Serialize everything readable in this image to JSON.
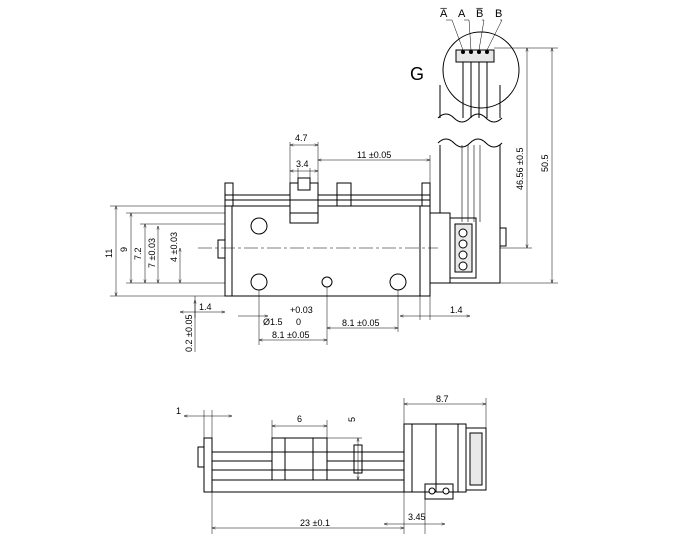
{
  "pins": [
    "A̅",
    "A",
    "B̅",
    "B"
  ],
  "detail_label": "G",
  "dims": {
    "d_4_7": "4.7",
    "d_3_4": "3.4",
    "d_11_005": "11 ±0.05",
    "d_11": "11",
    "d_9": "9",
    "d_7_2": "7.2",
    "d_7_003": "7 ±0.03",
    "d_4_003": "4 ±0.03",
    "d_1_4_left": "1.4",
    "d_1_4_right": "1.4",
    "d_0_2_005": "0.2 ±0.05",
    "d_tol_plus": "+0.03",
    "d_phi": "Ø1.5",
    "d_tol_zero": "0",
    "d_8_1_a": "8.1 ±0.05",
    "d_8_1_b": "8.1 ±0.05",
    "d_46_56": "46.56 ±0.5",
    "d_50_5": "50.5",
    "d_1": "1",
    "d_6": "6",
    "d_5": "5",
    "d_8_7": "8.7",
    "d_23_01": "23 ±0.1",
    "d_3_45": "3.45"
  }
}
